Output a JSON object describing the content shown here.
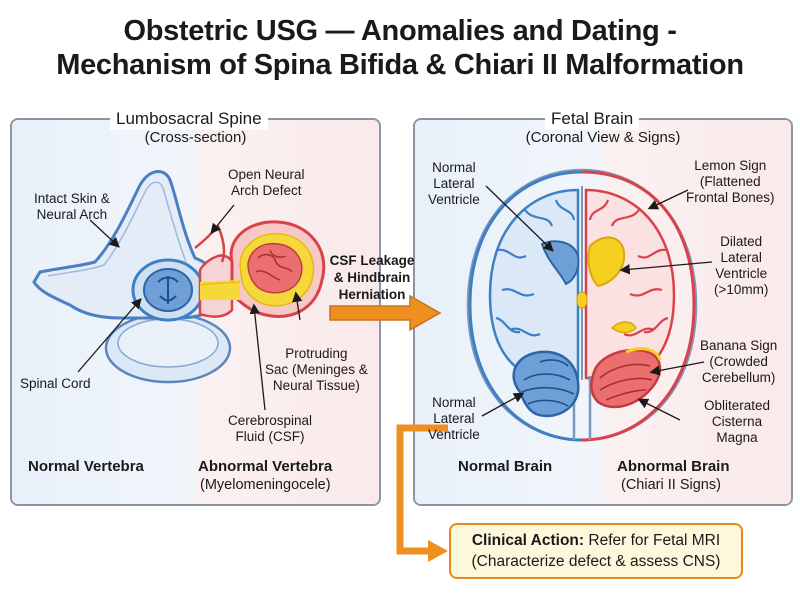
{
  "title": {
    "line1": "Obstetric USG — Anomalies and Dating -",
    "line2": "Mechanism of Spina Bifida & Chiari II Malformation"
  },
  "spine_panel": {
    "title": "Lumbosacral Spine",
    "subtitle": "(Cross-section)",
    "labels": {
      "intact_skin_1": "Intact Skin &",
      "intact_skin_2": "Neural Arch",
      "open_arch_1": "Open Neural",
      "open_arch_2": "Arch Defect",
      "spinal_cord": "Spinal Cord",
      "sac_1": "Protruding",
      "sac_2": "Sac (Meninges &",
      "sac_3": "Neural Tissue)",
      "csf_1": "Cerebrospinal",
      "csf_2": "Fluid (CSF)"
    },
    "footer": {
      "normal": "Normal Vertebra",
      "abnormal": "Abnormal Vertebra",
      "abnormal_sub": "(Myelomeningocele)"
    }
  },
  "arrow": {
    "line1": "CSF Leakage",
    "line2": "& Hindbrain",
    "line3": "Herniation"
  },
  "brain_panel": {
    "title": "Fetal Brain",
    "subtitle": "(Coronal View & Signs)",
    "labels": {
      "normal_lv_top_1": "Normal",
      "normal_lv_top_2": "Lateral",
      "normal_lv_top_3": "Ventricle",
      "normal_lv_bot_1": "Normal",
      "normal_lv_bot_2": "Lateral",
      "normal_lv_bot_3": "Ventricle",
      "lemon_1": "Lemon Sign",
      "lemon_2": "(Flattened",
      "lemon_3": "Frontal Bones)",
      "dilated_1": "Dilated",
      "dilated_2": "Lateral",
      "dilated_3": "Ventricle",
      "dilated_4": "(>10mm)",
      "banana_1": "Banana Sign",
      "banana_2": "(Crowded",
      "banana_3": "Cerebellum)",
      "oblit_1": "Obliterated",
      "oblit_2": "Cisterna",
      "oblit_3": "Magna"
    },
    "footer": {
      "normal": "Normal Brain",
      "abnormal": "Abnormal Brain",
      "abnormal_sub": "(Chiari II Signs)"
    }
  },
  "clinical": {
    "bold": "Clinical Action:",
    "rest": " Refer for Fetal MRI",
    "line2": "(Characterize defect & assess CNS)"
  },
  "colors": {
    "normal_blue": "#3f7fc4",
    "abnormal_red": "#d9424a",
    "csf_yellow": "#f5d020",
    "arrow_orange": "#ee9020"
  }
}
